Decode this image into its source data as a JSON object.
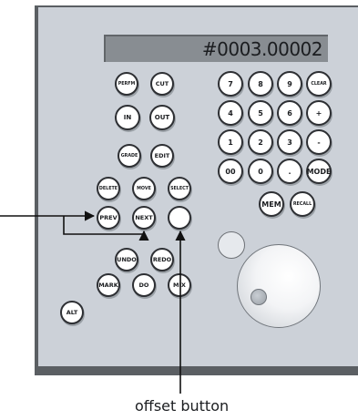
{
  "display": {
    "readout": "#0003.00002"
  },
  "caption": "offset button",
  "buttons": {
    "perfm": "PERFM",
    "cut": "CUT",
    "in": "IN",
    "out": "OUT",
    "grade": "GRADE",
    "edit": "EDIT",
    "delete": "DELETE",
    "move": "MOVE",
    "select": "SELECT",
    "prev": "PREV",
    "next": "NEXT",
    "undo": "UNDO",
    "redo": "REDO",
    "mark": "MARK",
    "do": "DO",
    "mix": "MIX",
    "alt": "ALT",
    "seven": "7",
    "eight": "8",
    "nine": "9",
    "clear": "CLEAR",
    "four": "4",
    "five": "5",
    "six": "6",
    "plus": "+",
    "one": "1",
    "two": "2",
    "three": "3",
    "minus": "-",
    "double_zero": "00",
    "zero": "0",
    "dot": ".",
    "mode": "MODE",
    "mem": "MEM",
    "recall": "RECALL"
  },
  "colors": {
    "panel": "#ccd1d8",
    "panel_shadow": "#5b5f63",
    "display": "#888d92",
    "button_face": "#ffffff",
    "outline": "#2d2f33"
  },
  "icons": {
    "jog_wheel": "jog-wheel-icon",
    "arrow": "arrow-icon"
  }
}
